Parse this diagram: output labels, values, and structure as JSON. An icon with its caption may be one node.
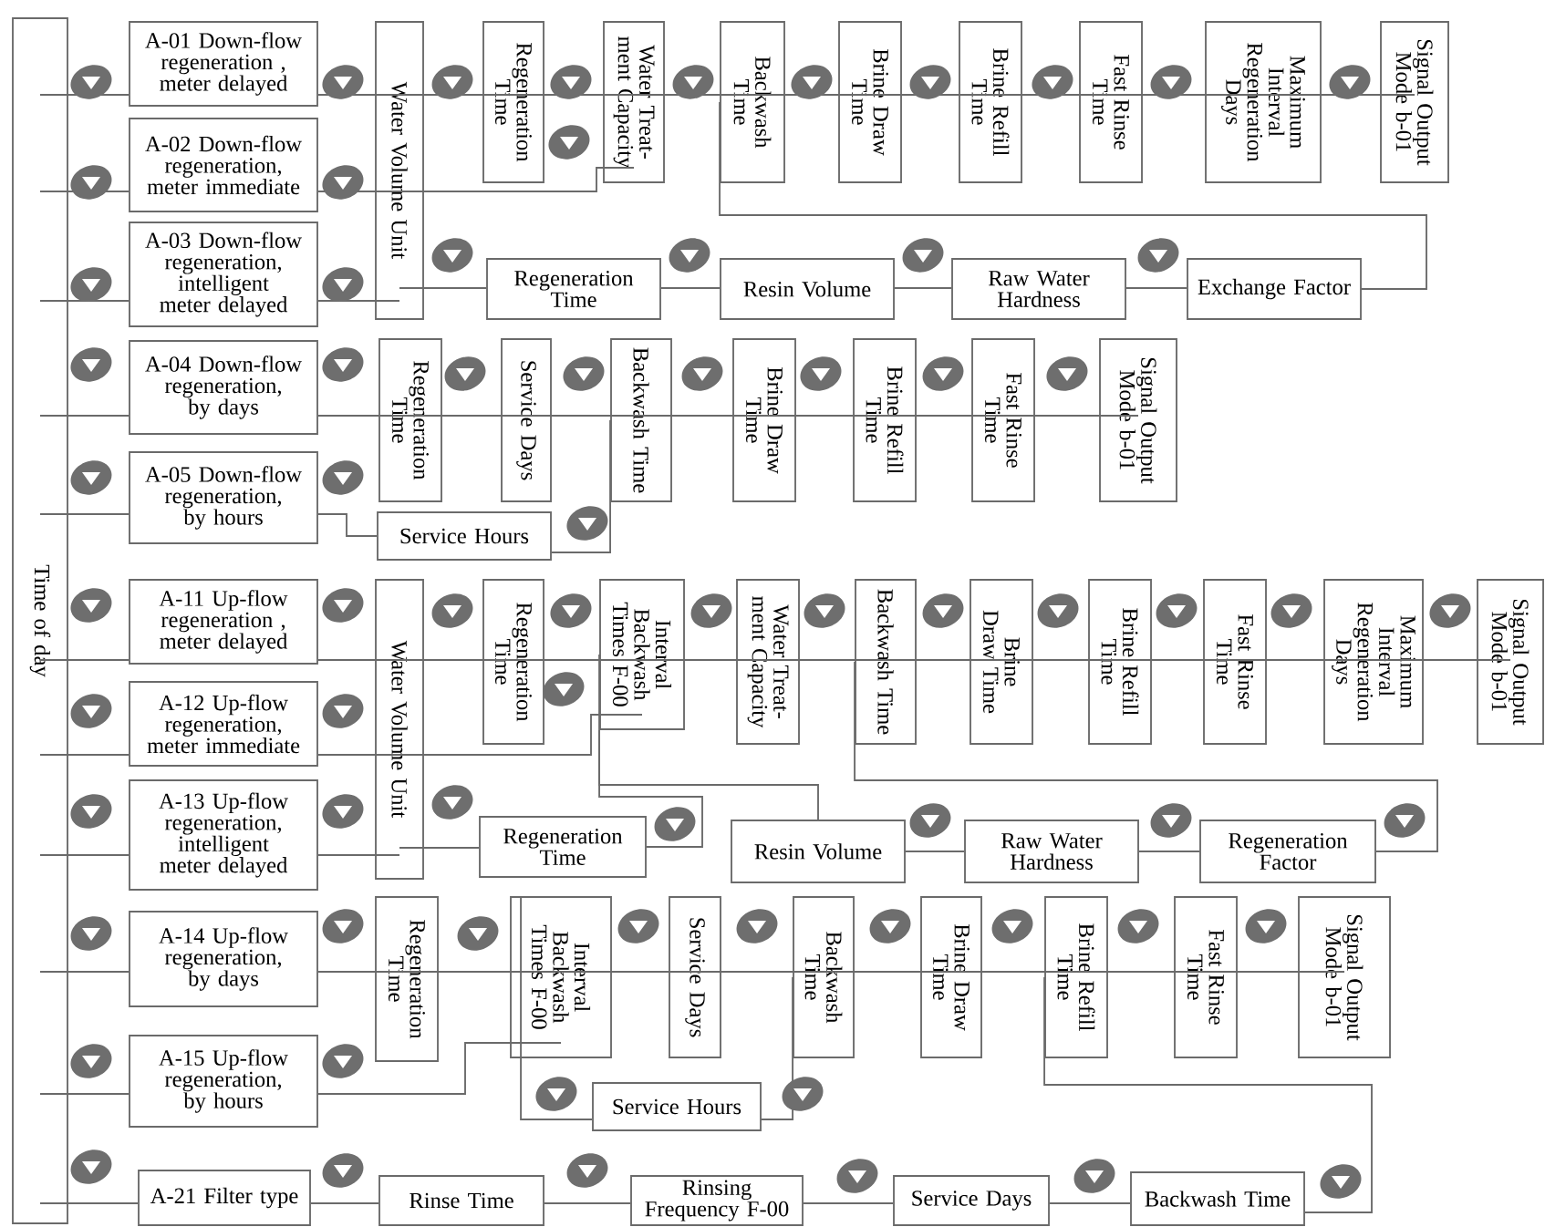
{
  "diagram": {
    "nodes": [
      {
        "text": [
          "Time of day"
        ]
      },
      {
        "text": [
          "A-01 Down-flow regeneration , meter delayed"
        ]
      },
      {
        "text": [
          "A-02 Down-flow regeneration, meter immediate"
        ]
      },
      {
        "text": [
          "A-03 Down-flow regeneration, intelligent meter delayed"
        ]
      },
      {
        "text": [
          "Water Volume Unit"
        ]
      },
      {
        "text": [
          "Regeneration Time"
        ]
      },
      {
        "text": [
          "Water Treat-ment Capacity"
        ]
      },
      {
        "text": [
          "Backwash Time"
        ]
      },
      {
        "text": [
          "Brine Draw Time"
        ]
      },
      {
        "text": [
          "Brine Refill Time"
        ]
      },
      {
        "text": [
          "Fast Rinse Time"
        ]
      },
      {
        "text": [
          "Maximum Interval Regeneration Days"
        ]
      },
      {
        "text": [
          "Signal Output Mode b-01"
        ]
      },
      {
        "text": [
          "Regeneration Time"
        ]
      },
      {
        "text": [
          "Resin Volume"
        ]
      },
      {
        "text": [
          "Raw Water Hardness"
        ]
      },
      {
        "text": [
          "Exchange Factor"
        ]
      },
      {
        "text": [
          "A-04 Down-flow regeneration, by days"
        ]
      },
      {
        "text": [
          "A-05 Down-flow regeneration, by hours"
        ]
      },
      {
        "text": [
          "Regeneration Time"
        ]
      },
      {
        "text": [
          "Service Days"
        ]
      },
      {
        "text": [
          "Backwash Time"
        ]
      },
      {
        "text": [
          "Brine Draw Time"
        ]
      },
      {
        "text": [
          "Brine Refill Time"
        ]
      },
      {
        "text": [
          "Fast Rinse Time"
        ]
      },
      {
        "text": [
          "Signal Output Mode b-01"
        ]
      },
      {
        "text": [
          "Service Hours"
        ]
      },
      {
        "text": [
          "A-11 Up-flow regeneration , meter delayed"
        ]
      },
      {
        "text": [
          "A-12 Up-flow regeneration, meter immediate"
        ]
      },
      {
        "text": [
          "A-13 Up-flow regeneration, intelligent meter delayed"
        ]
      },
      {
        "text": [
          "Water Volume Unit"
        ]
      },
      {
        "text": [
          "Regeneration Time"
        ]
      },
      {
        "text": [
          "Interval Backwash Times F-00"
        ]
      },
      {
        "text": [
          "Water Treat-ment Capacity"
        ]
      },
      {
        "text": [
          "Backwash Time"
        ]
      },
      {
        "text": [
          "Brine Draw Time"
        ]
      },
      {
        "text": [
          "Brine Refill Time"
        ]
      },
      {
        "text": [
          "Fast Rinse Time"
        ]
      },
      {
        "text": [
          "Maximum Interval Regeneration Days"
        ]
      },
      {
        "text": [
          "Signal Output Mode b-01"
        ]
      },
      {
        "text": [
          "Regeneration Time"
        ]
      },
      {
        "text": [
          "Resin Volume"
        ]
      },
      {
        "text": [
          "Raw Water Hardness"
        ]
      },
      {
        "text": [
          "Regeneration Factor"
        ]
      },
      {
        "text": [
          "A-14 Up-flow regeneration, by days"
        ]
      },
      {
        "text": [
          "A-15 Up-flow regeneration, by hours"
        ]
      },
      {
        "text": [
          "Regeneration Time"
        ]
      },
      {
        "text": [
          "Interval Backwash Times F-00"
        ]
      },
      {
        "text": [
          "Service Days"
        ]
      },
      {
        "text": [
          "Backwash Time"
        ]
      },
      {
        "text": [
          "Brine Draw Time"
        ]
      },
      {
        "text": [
          "Brine Refill Time"
        ]
      },
      {
        "text": [
          "Fast Rinse Time"
        ]
      },
      {
        "text": [
          "Signal Output Mode b-01"
        ]
      },
      {
        "text": [
          "Service Hours"
        ]
      },
      {
        "text": [
          "A-21 Filter type"
        ]
      },
      {
        "text": [
          "Rinse Time"
        ]
      },
      {
        "text": [
          "Rinsing Frequency F-00"
        ]
      },
      {
        "text": [
          "Service Days"
        ]
      },
      {
        "text": [
          "Backwash Time"
        ]
      }
    ],
    "edges": [
      {
        "from": 0,
        "to": 1,
        "arrow": "none"
      },
      {
        "from": 0,
        "to": 2,
        "arrow": "none"
      },
      {
        "from": 0,
        "to": 3,
        "arrow": "none"
      },
      {
        "from": 1,
        "to": 4,
        "arrow": "none"
      },
      {
        "from": 2,
        "to": 4,
        "arrow": "none"
      },
      {
        "from": 3,
        "to": 4,
        "arrow": "none"
      },
      {
        "from": 4,
        "to": 5,
        "arrow": "none"
      },
      {
        "from": 5,
        "to": 6,
        "arrow": "none"
      },
      {
        "from": 4,
        "to": 6,
        "arrow": "none"
      },
      {
        "from": 6,
        "to": 7,
        "arrow": "none"
      },
      {
        "from": 7,
        "to": 8,
        "arrow": "none"
      },
      {
        "from": 8,
        "to": 9,
        "arrow": "none"
      },
      {
        "from": 9,
        "to": 10,
        "arrow": "none"
      },
      {
        "from": 10,
        "to": 11,
        "arrow": "none"
      },
      {
        "from": 11,
        "to": 12,
        "arrow": "none"
      },
      {
        "from": 4,
        "to": 13,
        "arrow": "none"
      },
      {
        "from": 13,
        "to": 14,
        "arrow": "none"
      },
      {
        "from": 14,
        "to": 15,
        "arrow": "none"
      },
      {
        "from": 15,
        "to": 16,
        "arrow": "none"
      },
      {
        "from": 16,
        "to": 7,
        "arrow": "none"
      },
      {
        "from": 0,
        "to": 17,
        "arrow": "none"
      },
      {
        "from": 0,
        "to": 18,
        "arrow": "none"
      },
      {
        "from": 17,
        "to": 19,
        "arrow": "none"
      },
      {
        "from": 18,
        "to": 26,
        "arrow": "none"
      },
      {
        "from": 19,
        "to": 20,
        "arrow": "none"
      },
      {
        "from": 20,
        "to": 21,
        "arrow": "none"
      },
      {
        "from": 26,
        "to": 21,
        "arrow": "none"
      },
      {
        "from": 21,
        "to": 22,
        "arrow": "none"
      },
      {
        "from": 22,
        "to": 23,
        "arrow": "none"
      },
      {
        "from": 23,
        "to": 24,
        "arrow": "none"
      },
      {
        "from": 24,
        "to": 25,
        "arrow": "none"
      },
      {
        "from": 0,
        "to": 27,
        "arrow": "none"
      },
      {
        "from": 0,
        "to": 28,
        "arrow": "none"
      },
      {
        "from": 0,
        "to": 29,
        "arrow": "none"
      },
      {
        "from": 27,
        "to": 30,
        "arrow": "none"
      },
      {
        "from": 28,
        "to": 30,
        "arrow": "none"
      },
      {
        "from": 29,
        "to": 30,
        "arrow": "none"
      },
      {
        "from": 30,
        "to": 31,
        "arrow": "none"
      },
      {
        "from": 31,
        "to": 32,
        "arrow": "none"
      },
      {
        "from": 30,
        "to": 32,
        "arrow": "none"
      },
      {
        "from": 32,
        "to": 33,
        "arrow": "none"
      },
      {
        "from": 33,
        "to": 34,
        "arrow": "none"
      },
      {
        "from": 34,
        "to": 35,
        "arrow": "none"
      },
      {
        "from": 35,
        "to": 36,
        "arrow": "none"
      },
      {
        "from": 36,
        "to": 37,
        "arrow": "none"
      },
      {
        "from": 37,
        "to": 38,
        "arrow": "none"
      },
      {
        "from": 38,
        "to": 39,
        "arrow": "none"
      },
      {
        "from": 30,
        "to": 40,
        "arrow": "none"
      },
      {
        "from": 40,
        "to": 32,
        "arrow": "none"
      },
      {
        "from": 32,
        "to": 41,
        "arrow": "none"
      },
      {
        "from": 41,
        "to": 42,
        "arrow": "none"
      },
      {
        "from": 42,
        "to": 43,
        "arrow": "none"
      },
      {
        "from": 43,
        "to": 34,
        "arrow": "none"
      },
      {
        "from": 0,
        "to": 44,
        "arrow": "none"
      },
      {
        "from": 0,
        "to": 45,
        "arrow": "none"
      },
      {
        "from": 44,
        "to": 46,
        "arrow": "none"
      },
      {
        "from": 45,
        "to": 47,
        "arrow": "none"
      },
      {
        "from": 46,
        "to": 47,
        "arrow": "none"
      },
      {
        "from": 47,
        "to": 48,
        "arrow": "none"
      },
      {
        "from": 47,
        "to": 54,
        "arrow": "none"
      },
      {
        "from": 48,
        "to": 49,
        "arrow": "none"
      },
      {
        "from": 54,
        "to": 49,
        "arrow": "none"
      },
      {
        "from": 49,
        "to": 50,
        "arrow": "none"
      },
      {
        "from": 50,
        "to": 51,
        "arrow": "none"
      },
      {
        "from": 51,
        "to": 52,
        "arrow": "none"
      },
      {
        "from": 52,
        "to": 53,
        "arrow": "none"
      },
      {
        "from": 0,
        "to": 55,
        "arrow": "none"
      },
      {
        "from": 55,
        "to": 56,
        "arrow": "none"
      },
      {
        "from": 56,
        "to": 57,
        "arrow": "none"
      },
      {
        "from": 57,
        "to": 58,
        "arrow": "none"
      },
      {
        "from": 58,
        "to": 59,
        "arrow": "none"
      },
      {
        "from": 59,
        "to": 51,
        "arrow": "none"
      }
    ]
  }
}
